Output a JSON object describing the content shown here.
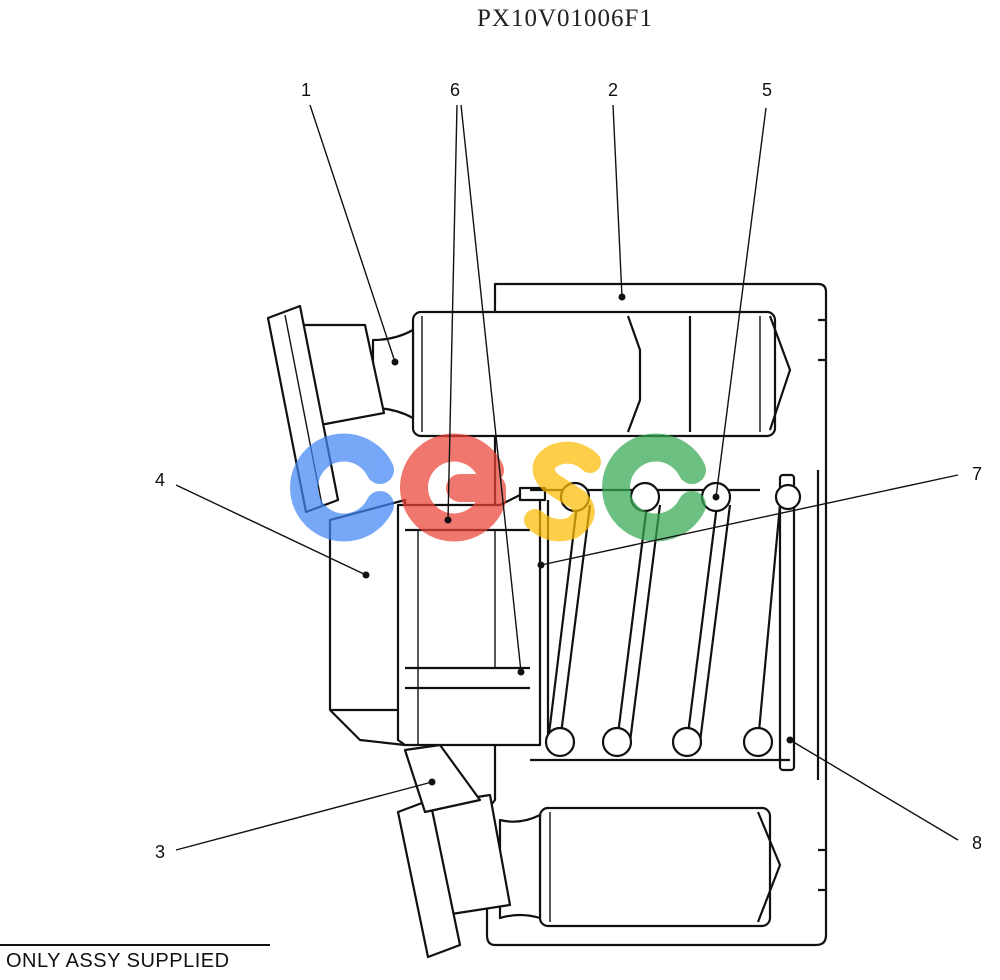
{
  "title": "PX10V01006F1",
  "footer_note": "ONLY ASSY SUPPLIED",
  "watermark": {
    "text": "CGSC",
    "colors": [
      "#4285f4",
      "#ea4335",
      "#fbbc05",
      "#34a853"
    ]
  },
  "callouts": [
    {
      "id": "1",
      "label": "1"
    },
    {
      "id": "2",
      "label": "2"
    },
    {
      "id": "3",
      "label": "3"
    },
    {
      "id": "4",
      "label": "4"
    },
    {
      "id": "5",
      "label": "5"
    },
    {
      "id": "6",
      "label": "6"
    },
    {
      "id": "7",
      "label": "7"
    },
    {
      "id": "8",
      "label": "8"
    }
  ]
}
